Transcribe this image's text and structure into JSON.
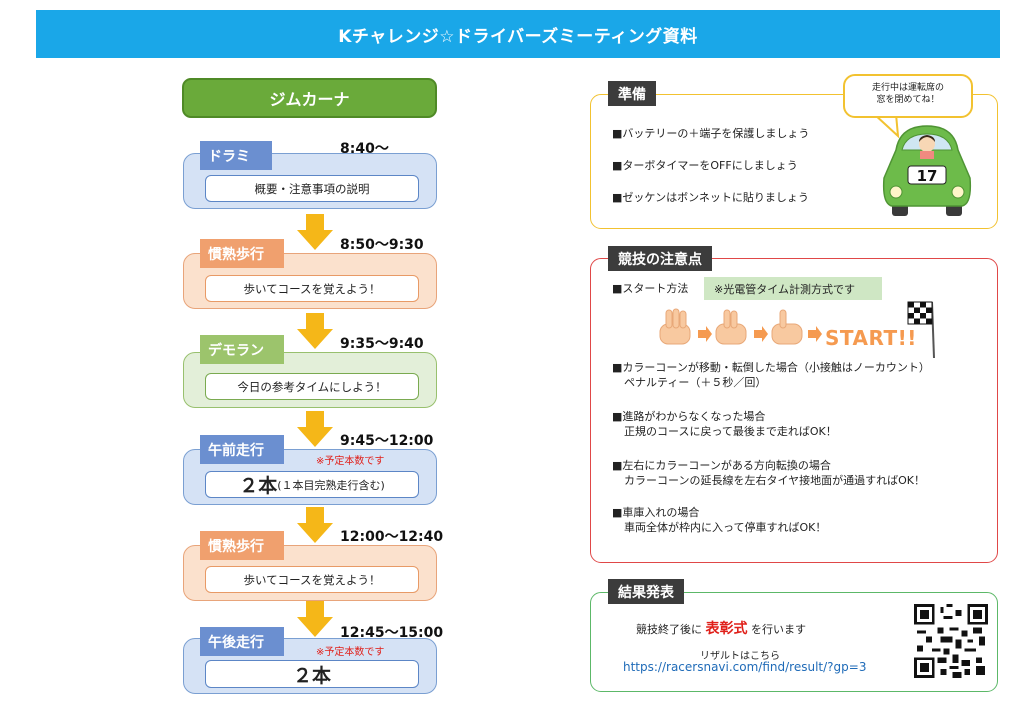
{
  "header": {
    "title": "Kチャレンジ☆ドライバーズミーティング資料"
  },
  "schedule": {
    "title": "ジムカーナ",
    "steps": [
      {
        "tag": "ドラミ",
        "time": "8:40〜",
        "content": "概要・注意事項の説明"
      },
      {
        "tag": "慣熟歩行",
        "time": "8:50〜9:30",
        "content": "歩いてコースを覚えよう！"
      },
      {
        "tag": "デモラン",
        "time": "9:35〜9:40",
        "content": "今日の参考タイムにしよう！"
      },
      {
        "tag": "午前走行",
        "time": "9:45〜12:00",
        "note": "※予定本数です",
        "content_main": "２本",
        "content_sub": "(１本目完熟走行含む)"
      },
      {
        "tag": "慣熟歩行",
        "time": "12:00〜12:40",
        "content": "歩いてコースを覚えよう！"
      },
      {
        "tag": "午後走行",
        "time": "12:45〜15:00",
        "note": "※予定本数です",
        "content_main": "２本"
      }
    ]
  },
  "prep": {
    "title": "準備",
    "bubble": "走行中は運転席の\n窓を閉めてね！",
    "car_number": "17",
    "items": [
      "■バッテリーの＋端子を保護しましょう",
      "■ターボタイマーをOFFにしましょう",
      "■ゼッケンはボンネットに貼りましょう"
    ]
  },
  "rules": {
    "title": "競技の注意点",
    "start_label": "■スタート方法",
    "start_method": "※光電管タイム計測方式です",
    "start_text": "START!!",
    "items": [
      {
        "line1": "■カラーコーンが移動・転倒した場合（小接触はノーカウント）",
        "line2": "ペナルティー（＋５秒／回）"
      },
      {
        "line1": "■進路がわからなくなった場合",
        "line2": "正規のコースに戻って最後まで走ればOK！"
      },
      {
        "line1": "■左右にカラーコーンがある方向転換の場合",
        "line2": "カラーコーンの延長線を左右タイヤ接地面が通過すればOK！"
      },
      {
        "line1": "■車庫入れの場合",
        "line2": "車両全体が枠内に入って停車すればOK！"
      }
    ]
  },
  "results": {
    "title": "結果発表",
    "line_pre": "競技終了後に",
    "line_highlight": "表彰式",
    "line_post": "を行います",
    "result_label": "リザルトはこちら",
    "url": "https://racersnavi.com/find/result/?gp=3"
  },
  "colors": {
    "header": "#1aa7e8",
    "green": "#6aaa3a",
    "red_note": "#e0201a"
  }
}
